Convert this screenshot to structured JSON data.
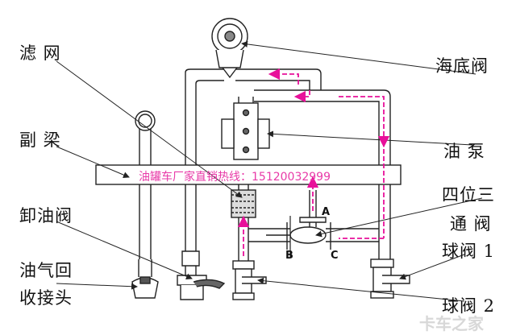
{
  "labels": {
    "filter": "滤 网",
    "sea_valve": "海底阀",
    "sub_beam": "副 梁",
    "oil_pump": "油 泵",
    "unload_valve": "卸油阀",
    "four_way_1": "四位三",
    "four_way_2": "通 阀",
    "ball_valve_1": "球阀 1",
    "ball_valve_2": "球阀 2",
    "vapor_1": "油气回",
    "vapor_2": "收接头"
  },
  "points": {
    "a": "A",
    "b": "B",
    "c": "C"
  },
  "watermark": "油罐车厂家直销热线：15120032999",
  "corner_logo": "卡车之家",
  "colors": {
    "flow": "#e8109a",
    "line": "#222222"
  }
}
